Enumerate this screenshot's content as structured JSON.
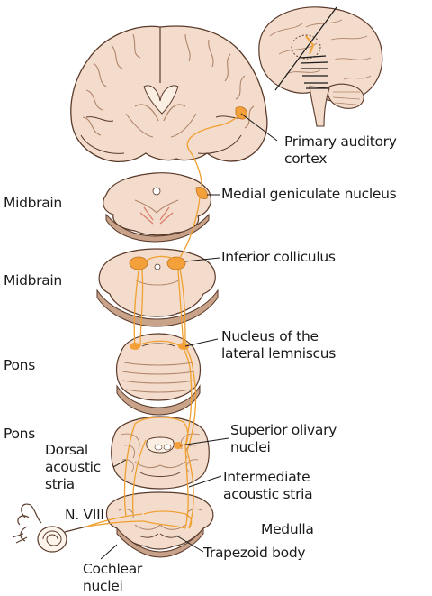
{
  "labels": {
    "primary_auditory_cortex": [
      "Primary auditory",
      "cortex"
    ],
    "midbrain_1": "Midbrain",
    "medial_geniculate": "Medial geniculate nucleus",
    "midbrain_2": "Midbrain",
    "inferior_colliculus": "Inferior colliculus",
    "nucleus_lateral_lemniscus": [
      "Nucleus of the",
      "lateral lemniscus"
    ],
    "pons_1": "Pons",
    "pons_2": "Pons",
    "superior_olivary": [
      "Superior olivary",
      "nuclei"
    ],
    "dorsal_acoustic_stria": [
      "Dorsal",
      "acoustic",
      "stria"
    ],
    "intermediate_acoustic_stria": [
      "Intermediate",
      "acoustic stria"
    ],
    "n_viii": "N. VIII",
    "medulla": "Medulla",
    "trapezoid_body": "Trapezoid body",
    "cochlear_nuclei": [
      "Cochlear",
      "nuclei"
    ]
  },
  "colors": {
    "tissue": "#f3dccb",
    "tissue_dark": "#e6c2aa",
    "outline": "#5a3a2a",
    "pathway": "#f0a030",
    "nucleus": "#f4a13c"
  }
}
